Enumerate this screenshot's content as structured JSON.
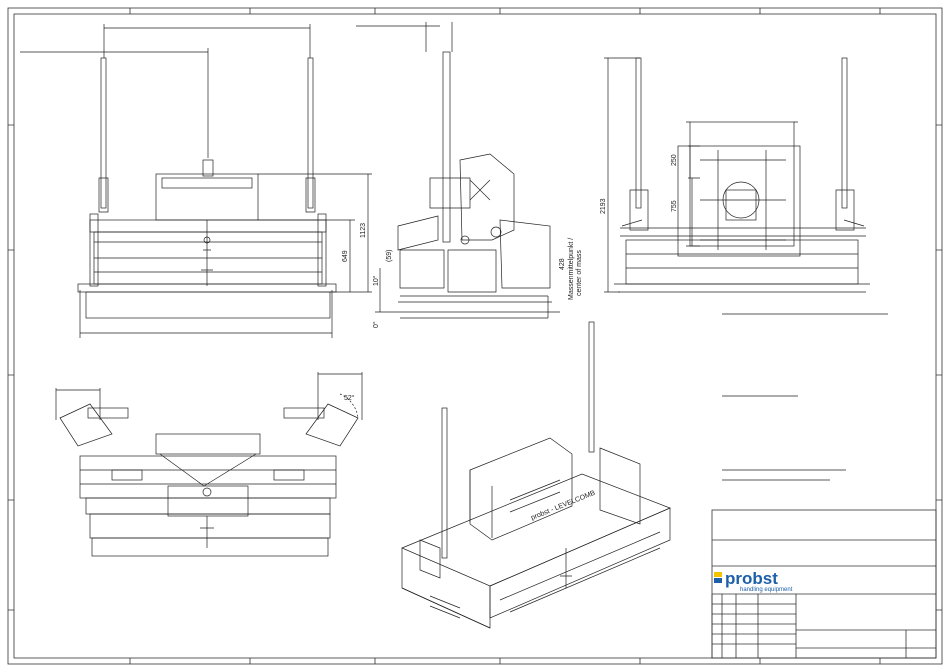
{
  "dimensions": {
    "front_height_total": "1123",
    "front_height_lower": "649",
    "side_offset": "(59)",
    "side_angle_top": "10°",
    "side_angle_bottom": "0°",
    "side_cg_height": "428",
    "rear_height_total": "2193",
    "rear_plate_upper": "250",
    "rear_plate_lower": "755",
    "top_swivel_angle": "52°"
  },
  "labels": {
    "center_of_mass_de": "Massenmittelpunkt /",
    "center_of_mass_en": "center of mass",
    "machine_badge": "probst - LEVELCOMB"
  },
  "title_block": {
    "brand": "probst",
    "tagline": "handling equipment"
  },
  "colors": {
    "line": "#222222",
    "frame": "#333333",
    "brand_blue": "#1d5fa8",
    "brand_yellow": "#f3c300"
  }
}
